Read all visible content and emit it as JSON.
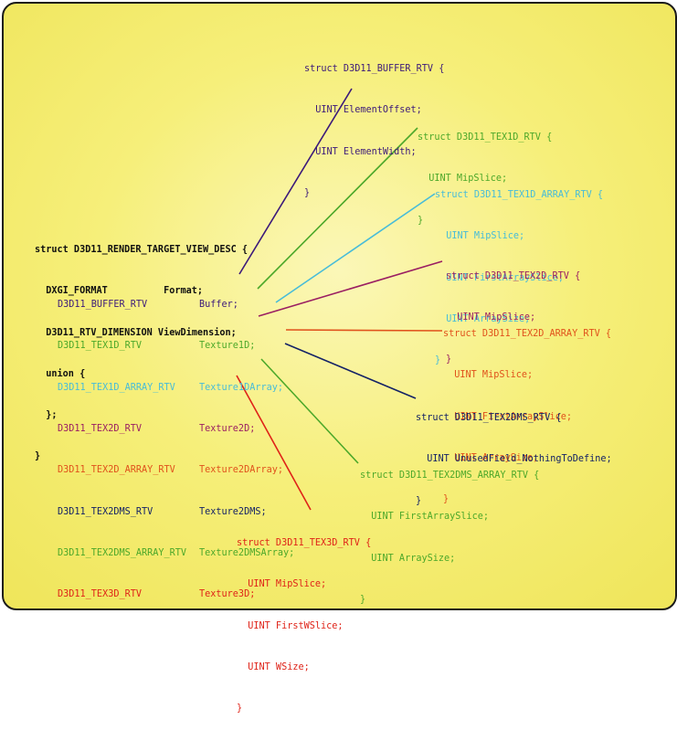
{
  "colors": {
    "buffer": "#3c1a7a",
    "tex1d": "#4ca82a",
    "tex1d_array": "#48bcd8",
    "tex2d": "#9a1e62",
    "tex2d_array": "#e0521c",
    "tex2dms": "#142266",
    "tex2dms_array": "#4ca82a",
    "tex3d": "#df2318"
  },
  "main_struct": {
    "lines": [
      "struct D3D11_RENDER_TARGET_VIEW_DESC {",
      "  DXGI_FORMAT          Format;",
      "  D3D11_RTV_DIMENSION ViewDimension;",
      "  union {"
    ],
    "closing": [
      "  };",
      "}"
    ],
    "members": [
      {
        "type": "D3D11_BUFFER_RTV",
        "name": "Buffer;"
      },
      {
        "type": "D3D11_TEX1D_RTV",
        "name": "Texture1D;"
      },
      {
        "type": "D3D11_TEX1D_ARRAY_RTV",
        "name": "Texture1DArray;"
      },
      {
        "type": "D3D11_TEX2D_RTV",
        "name": "Texture2D;"
      },
      {
        "type": "D3D11_TEX2D_ARRAY_RTV",
        "name": "Texture2DArray;"
      },
      {
        "type": "D3D11_TEX2DMS_RTV",
        "name": "Texture2DMS;"
      },
      {
        "type": "D3D11_TEX2DMS_ARRAY_RTV",
        "name": "Texture2DMSArray;"
      },
      {
        "type": "D3D11_TEX3D_RTV",
        "name": "Texture3D;"
      }
    ]
  },
  "structs": {
    "buffer": [
      "struct D3D11_BUFFER_RTV {",
      "  UINT ElementOffset;",
      "  UINT ElementWidth;",
      "}"
    ],
    "tex1d": [
      "struct D3D11_TEX1D_RTV {",
      "  UINT MipSlice;",
      "}"
    ],
    "tex1d_array": [
      "struct D3D11_TEX1D_ARRAY_RTV {",
      "  UINT MipSlice;",
      "  UINT FirstArraySlice;",
      "  UINT ArraySize;",
      "}"
    ],
    "tex2d": [
      "struct D3D11_TEX2D_RTV {",
      "  UINT MipSlice;",
      "}"
    ],
    "tex2d_array": [
      "struct D3D11_TEX2D_ARRAY_RTV {",
      "  UINT MipSlice;",
      "  UINT FirstArraySlice;",
      "  UINT ArraySize;",
      "}"
    ],
    "tex2dms": [
      "struct D3D11_TEX2DMS_RTV {",
      "  UINT UnusedField_NothingToDefine;",
      "}"
    ],
    "tex2dms_array": [
      "struct D3D11_TEX2DMS_ARRAY_RTV {",
      "  UINT FirstArraySlice;",
      "  UINT ArraySize;",
      "}"
    ],
    "tex3d": [
      "struct D3D11_TEX3D_RTV {",
      "  UINT MipSlice;",
      "  UINT FirstWSlice;",
      "  UINT WSize;",
      "}"
    ]
  }
}
